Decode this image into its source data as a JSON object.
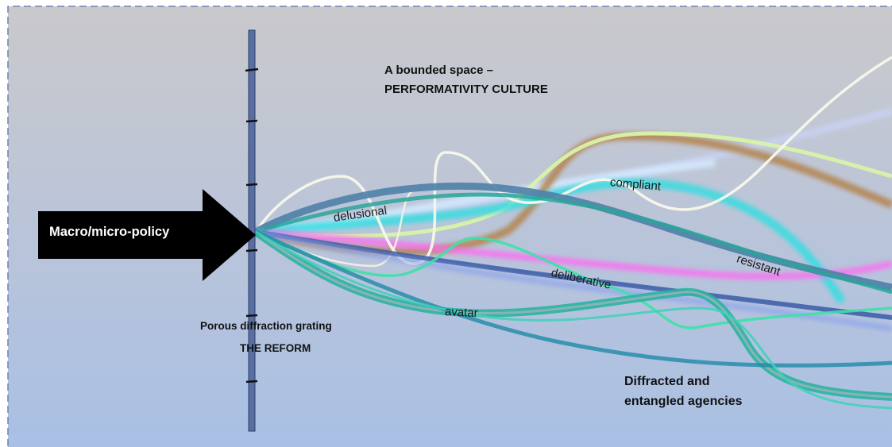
{
  "diagram": {
    "input_label": "Macro/micro-policy",
    "top_label": {
      "line1": "A bounded space –",
      "line2": "PERFORMATIVITY CULTURE"
    },
    "grating_label": {
      "line1": "Porous diffraction grating",
      "line2": "THE REFORM"
    },
    "output_label": {
      "line1": "Diffracted and",
      "line2": "entangled agencies"
    },
    "agencies": [
      {
        "name": "delusional",
        "color": "#f4f6e6"
      },
      {
        "name": "compliant",
        "color": "#2fd6d8"
      },
      {
        "name": "resistant",
        "color": "#1f8f8a"
      },
      {
        "name": "deliberative",
        "color": "#4a72b8"
      },
      {
        "name": "avatar",
        "color": "#2bb3a3"
      }
    ],
    "colors": {
      "background_top": "#c3c3c5",
      "background_bottom": "#a9bfe0",
      "arrow": "#000000",
      "grating": "#5a6fa0",
      "border_dash": "#6a82b6"
    }
  }
}
